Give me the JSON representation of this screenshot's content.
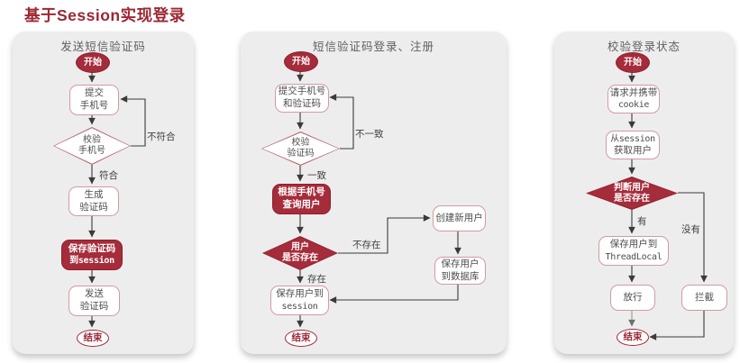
{
  "page": {
    "title": "基于Session实现登录"
  },
  "colors": {
    "accent_dark_red": "#a52c3a",
    "title_red": "#9c2733",
    "node_border_pink": "#d29aa1",
    "diamond_border_red": "#b4606b",
    "panel_bg": "#ededed",
    "arrow": "#3a3a3a"
  },
  "panels": [
    {
      "title": "发送短信验证码",
      "nodes": {
        "start": "开始",
        "submit": [
          "提交",
          "手机号"
        ],
        "check": [
          "校验",
          "手机号"
        ],
        "generate": [
          "生成",
          "验证码"
        ],
        "save_code": [
          "保存验证码",
          "到session"
        ],
        "send": [
          "发送",
          "验证码"
        ],
        "end": "结束"
      },
      "labels": {
        "no_match": "不符合",
        "match": "符合"
      }
    },
    {
      "title": "短信验证码登录、注册",
      "nodes": {
        "start": "开始",
        "submit": [
          "提交手机号",
          "和验证码"
        ],
        "verify": [
          "校验",
          "验证码"
        ],
        "query": [
          "根据手机号",
          "查询用户"
        ],
        "exist": [
          "用户",
          "是否存在"
        ],
        "create": "创建新用户",
        "save_db": [
          "保存用户",
          "到数据库"
        ],
        "save_session": [
          "保存用户到",
          "session"
        ],
        "end": "结束"
      },
      "labels": {
        "no_match": "不一致",
        "match": "一致",
        "not_exist": "不存在",
        "exist": "存在"
      }
    },
    {
      "title": "校验登录状态",
      "nodes": {
        "start": "开始",
        "request": [
          "请求并携带",
          "cookie"
        ],
        "get_user": [
          "从session",
          "获取用户"
        ],
        "judge": [
          "判断用户",
          "是否存在"
        ],
        "save_threadlocal": [
          "保存用户到",
          "ThreadLocal"
        ],
        "pass": "放行",
        "intercept": "拦截",
        "end": "结束"
      },
      "labels": {
        "yes": "有",
        "no": "没有"
      }
    }
  ]
}
